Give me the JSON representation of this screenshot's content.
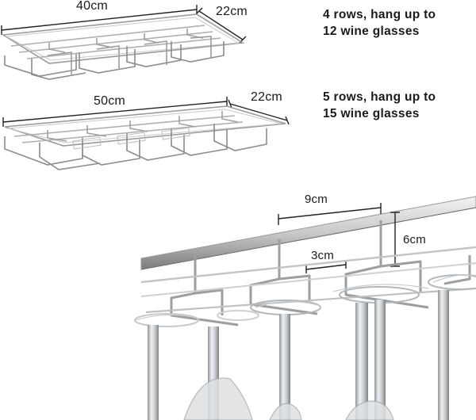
{
  "rack_small": {
    "width_label": "40cm",
    "depth_label": "22cm",
    "note_line1": "4 rows, hang up to",
    "note_line2": "12 wine glasses"
  },
  "rack_large": {
    "width_label": "50cm",
    "depth_label": "22cm",
    "note_line1": "5 rows, hang up to",
    "note_line2": "15 wine glasses"
  },
  "detail": {
    "spacing_label": "9cm",
    "height_label": "6cm",
    "gap_label": "3cm"
  },
  "colors": {
    "wire": "#8c8c8c",
    "wire_light": "#d4d4d4",
    "dimension_line": "#222222",
    "glass": "#b9bec2"
  }
}
